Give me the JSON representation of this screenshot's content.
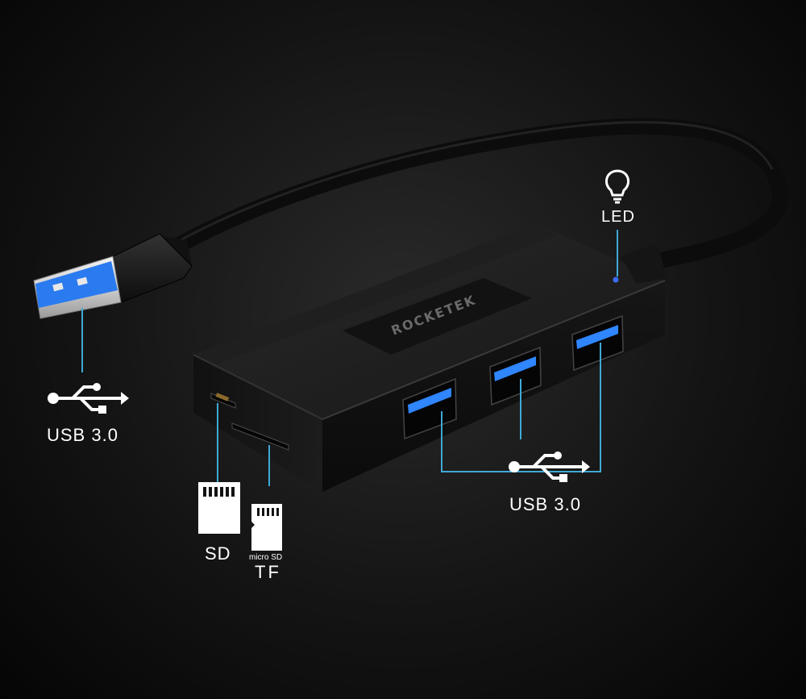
{
  "device": {
    "brand": "ROCKETEK"
  },
  "labels": {
    "usb_plug": "USB  3.0",
    "usb_ports": "USB  3.0",
    "led": "LED",
    "sd": "SD",
    "micro_sd": "micro SD",
    "tf": "TF"
  },
  "icons": {
    "usb_plug": "usb-icon",
    "usb_ports": "usb-icon",
    "led": "lightbulb-icon",
    "sd": "sd-card-icon",
    "micro_sd": "micro-sd-card-icon"
  },
  "colors": {
    "accent_blue": "#2f86ff",
    "callout_line": "#3fa9d6",
    "device_black": "#1a1a1a",
    "led_light": "#3d6cff"
  }
}
